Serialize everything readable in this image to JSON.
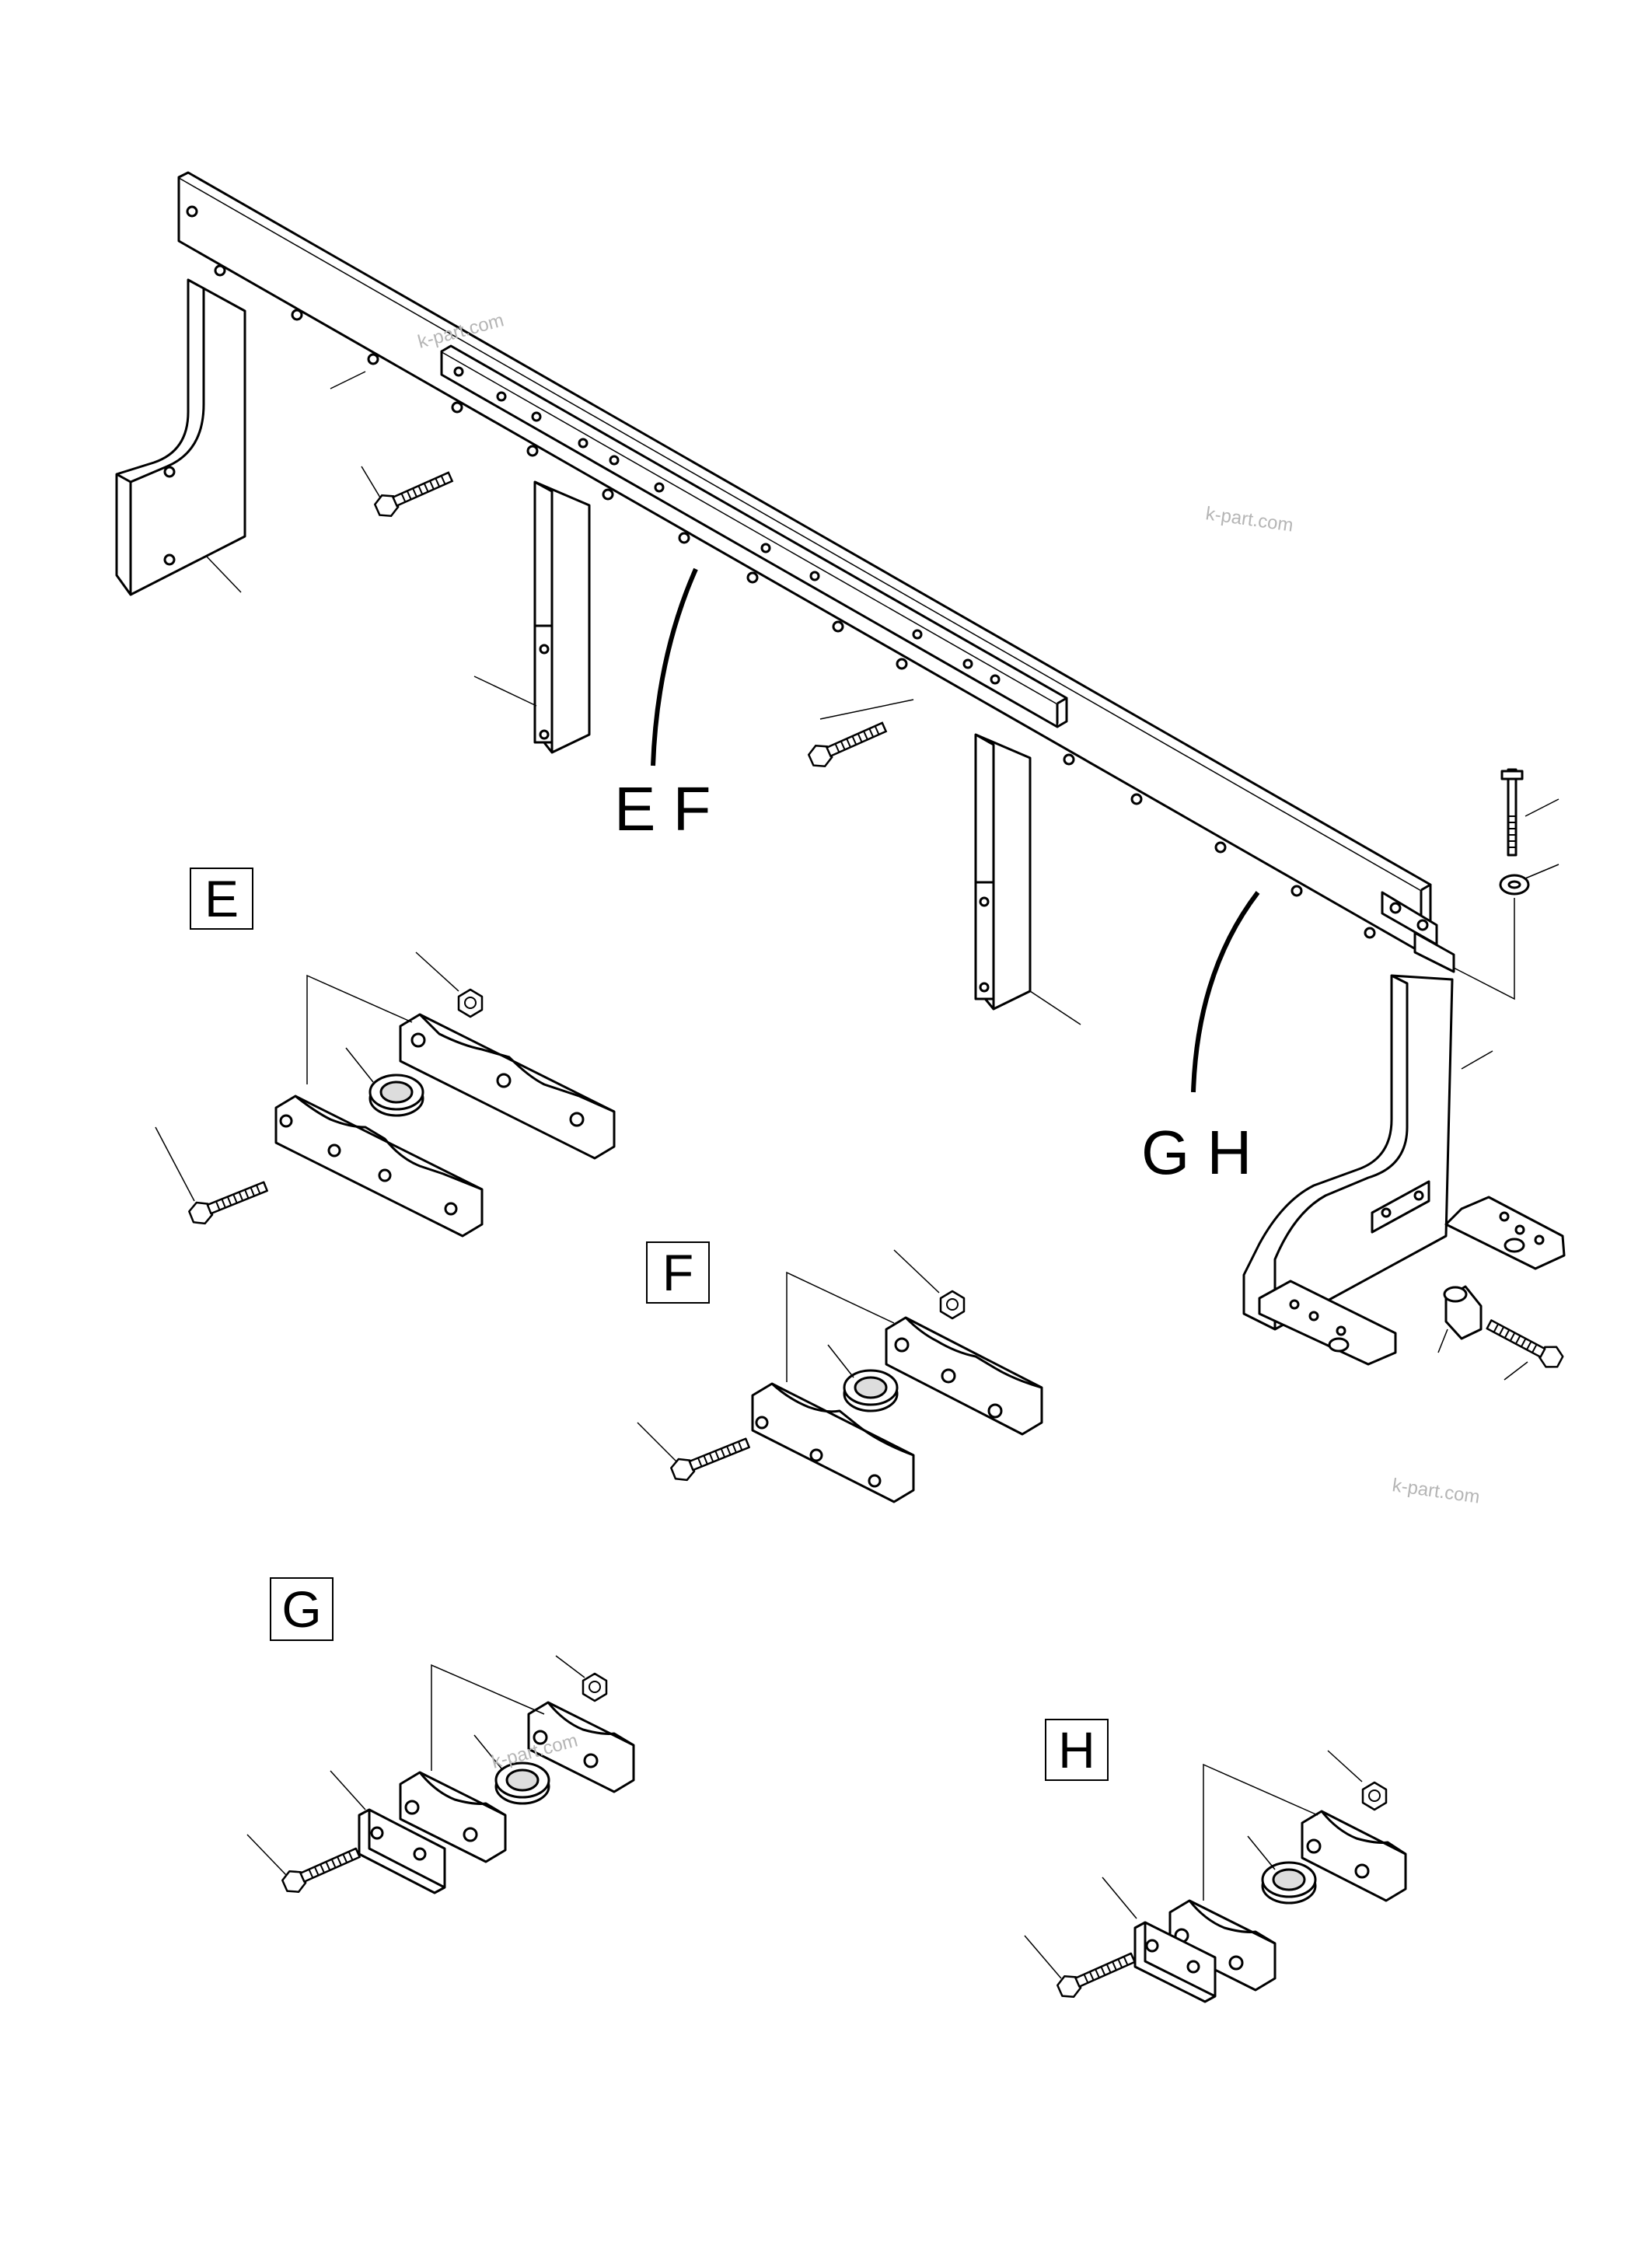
{
  "callouts": {
    "ef": "E F",
    "gh": "G  H"
  },
  "detail_views": {
    "e": "E",
    "f": "F",
    "g": "G",
    "h": "H"
  },
  "watermarks": [
    "k-part.com",
    "k-part.com",
    "k-part.com",
    "k-part.com"
  ]
}
